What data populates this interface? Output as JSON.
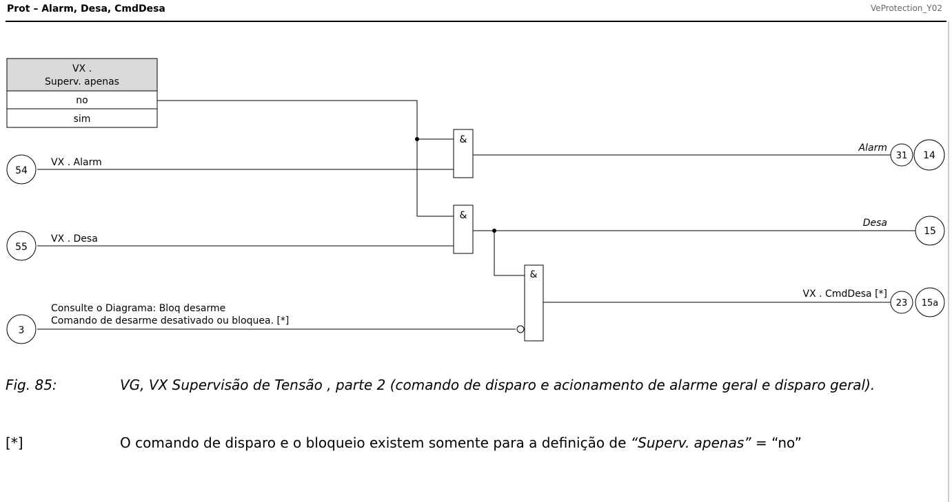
{
  "header": {
    "title": "Prot – Alarm, Desa, CmdDesa",
    "code": "VeProtection_Y02"
  },
  "setting_table": {
    "header_line1": "VX .",
    "header_line2": "Superv. apenas",
    "options": [
      "no",
      "sim"
    ]
  },
  "inputs": [
    {
      "id": "54",
      "label": "VX . Alarm"
    },
    {
      "id": "55",
      "label": "VX . Desa"
    },
    {
      "id": "3",
      "label_line1": "Consulte o Diagrama: Bloq desarme",
      "label_line2": "Comando de desarme desativado ou bloquea. [*]"
    }
  ],
  "gates": [
    {
      "symbol": "&"
    },
    {
      "symbol": "&"
    },
    {
      "symbol": "&"
    }
  ],
  "outputs": [
    {
      "label": "Alarm",
      "refs": [
        "31",
        "14"
      ]
    },
    {
      "label": "Desa",
      "refs": [
        "15"
      ]
    },
    {
      "label": "VX . CmdDesa [*]",
      "refs": [
        "23",
        "15a"
      ]
    }
  ],
  "figure": {
    "label": "Fig. 85:",
    "caption": "VG, VX Supervisão de Tensão , parte 2 (comando de disparo e acionamento de alarme geral e disparo geral)."
  },
  "note": {
    "label": "[*]",
    "text_prefix": "O comando de disparo e o bloqueio existem somente para a definição de ",
    "text_italic": "“Superv. apenas”",
    "text_suffix": " = “no”"
  },
  "colors": {
    "line": "#000000",
    "table_header_bg": "#d9d9d9",
    "code_text": "#666666"
  }
}
